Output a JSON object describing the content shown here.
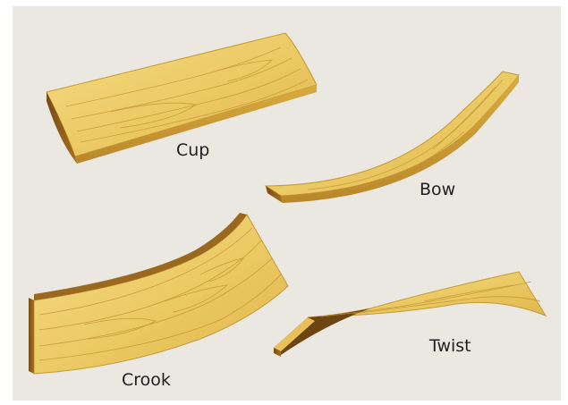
{
  "labels": {
    "cup": "Cup",
    "bow": "Bow",
    "crook": "Crook",
    "twist": "Twist"
  },
  "colors": {
    "background": "#ebe8e2",
    "wood_light": "#f2d57a",
    "wood_mid": "#e2b84a",
    "wood_dark": "#c89a2c",
    "edge_dark": "#8a5a1c",
    "grain": "#b88a2c"
  }
}
